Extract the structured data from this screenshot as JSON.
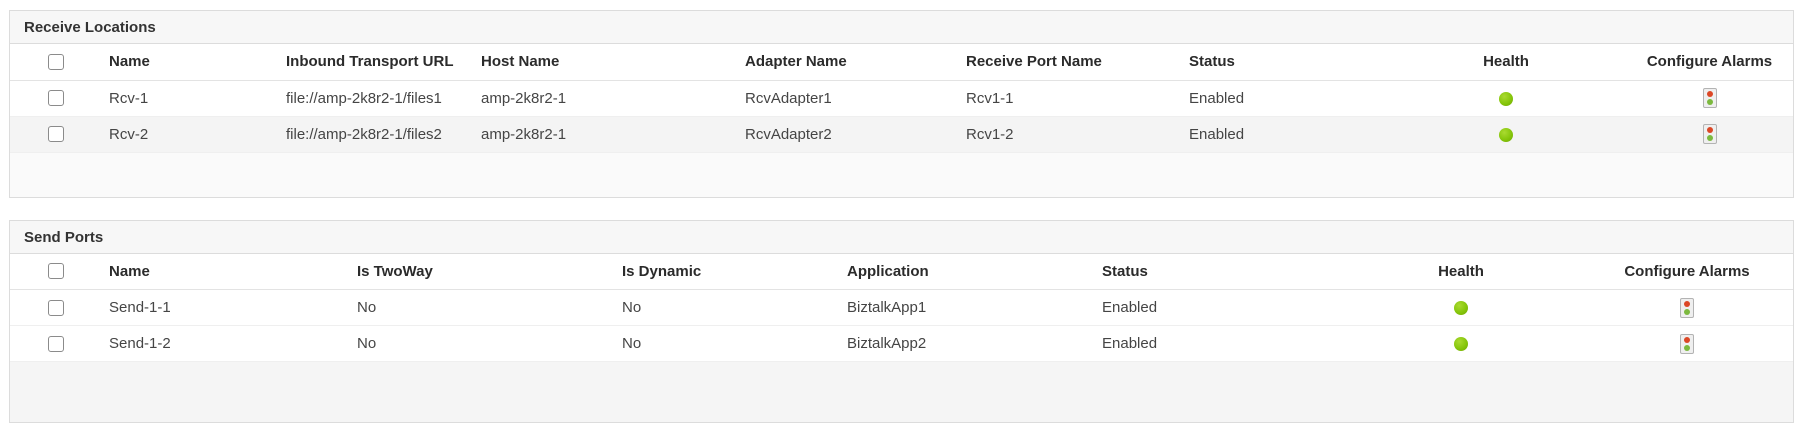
{
  "colors": {
    "health_green": "#86c60b",
    "alarm_red": "#dc4726",
    "alarm_green": "#7cb93e",
    "panel_header_bg": "#f7f7f7"
  },
  "icons": {
    "health": "green-status-dot",
    "configure_alarms": "traffic-light-icon",
    "select": "checkbox"
  },
  "tables": [
    {
      "title": "Receive Locations",
      "columns": [
        "Name",
        "Inbound Transport URL",
        "Host Name",
        "Adapter Name",
        "Receive Port Name",
        "Status",
        "Health",
        "Configure Alarms"
      ],
      "rows": [
        {
          "name": "Rcv-1",
          "inbound_transport_url": "file://amp-2k8r2-1/files1",
          "host_name": "amp-2k8r2-1",
          "adapter_name": "RcvAdapter1",
          "receive_port_name": "Rcv1-1",
          "status": "Enabled",
          "health": "healthy",
          "configure_alarms": "traffic-light-icon"
        },
        {
          "name": "Rcv-2",
          "inbound_transport_url": "file://amp-2k8r2-1/files2",
          "host_name": "amp-2k8r2-1",
          "adapter_name": "RcvAdapter2",
          "receive_port_name": "Rcv1-2",
          "status": "Enabled",
          "health": "healthy",
          "configure_alarms": "traffic-light-icon"
        }
      ]
    },
    {
      "title": "Send Ports",
      "columns": [
        "Name",
        "Is TwoWay",
        "Is Dynamic",
        "Application",
        "Status",
        "Health",
        "Configure Alarms"
      ],
      "rows": [
        {
          "name": "Send-1-1",
          "is_twoway": "No",
          "is_dynamic": "No",
          "application": "BiztalkApp1",
          "status": "Enabled",
          "health": "healthy",
          "configure_alarms": "traffic-light-icon"
        },
        {
          "name": "Send-1-2",
          "is_twoway": "No",
          "is_dynamic": "No",
          "application": "BiztalkApp2",
          "status": "Enabled",
          "health": "healthy",
          "configure_alarms": "traffic-light-icon"
        }
      ]
    }
  ]
}
